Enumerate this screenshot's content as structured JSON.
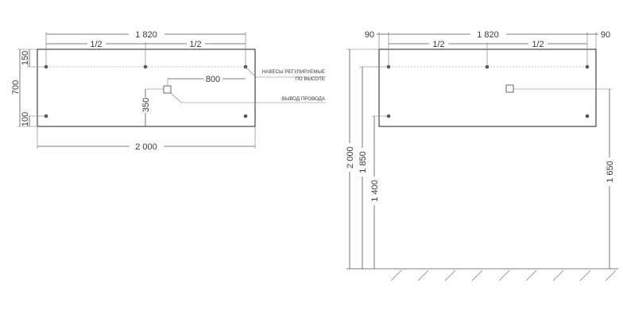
{
  "front_view": {
    "dim_width": "1 820",
    "dim_half_left": "1/2",
    "dim_half_right": "1/2",
    "dim_total_width": "2 000",
    "dim_height": "700",
    "dim_top_offset": "150",
    "dim_bottom_offset": "100",
    "dim_socket_x": "800",
    "dim_socket_y": "350",
    "note_hinges_line1": "НАВЕСЫ РЕГУЛИРУЕМЫЕ",
    "note_hinges_line2": "ПО ВЫСОТЕ",
    "note_wire_outlet": "ВЫВОД ПРОВОДА"
  },
  "wall_view": {
    "dim_width": "1 820",
    "dim_half_left": "1/2",
    "dim_half_right": "1/2",
    "dim_left_margin": "90",
    "dim_right_margin": "90",
    "dim_floor_to_top": "2 000",
    "dim_floor_to_hinges": "1 850",
    "dim_floor_to_lower_hinges": "1 400",
    "dim_floor_to_socket": "1 650"
  }
}
